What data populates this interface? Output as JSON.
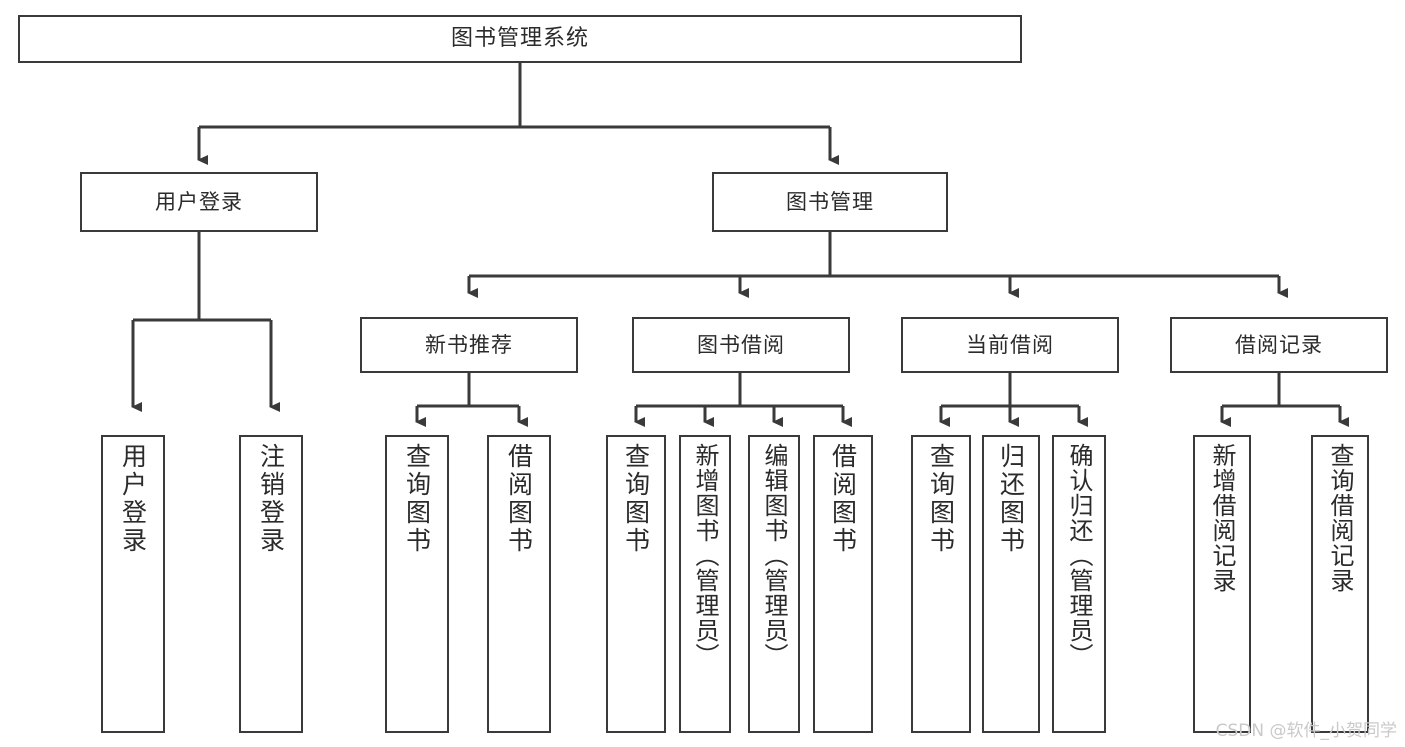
{
  "diagram": {
    "type": "tree",
    "title": "图书管理系统",
    "orientation": "top-down",
    "background": "#ffffff",
    "line_color": "#3a3a3a",
    "text_color": "#2b2b2b"
  },
  "nodes": {
    "root": {
      "label": "图书管理系统",
      "level": 1
    },
    "level2": [
      {
        "id": "user-login",
        "label": "用户登录"
      },
      {
        "id": "book-manage",
        "label": "图书管理"
      }
    ],
    "level3": [
      {
        "id": "new-book-rec",
        "label": "新书推荐"
      },
      {
        "id": "book-borrow",
        "label": "图书借阅"
      },
      {
        "id": "current-borrow",
        "label": "当前借阅"
      },
      {
        "id": "borrow-record",
        "label": "借阅记录"
      }
    ],
    "leaves": {
      "user_login": [
        {
          "id": "leaf-user-login",
          "label": "用户登录"
        },
        {
          "id": "leaf-logout-login",
          "label": "注销登录"
        }
      ],
      "new_book_rec": [
        {
          "id": "leaf-query-book-1",
          "label": "查询图书"
        },
        {
          "id": "leaf-borrow-book-1",
          "label": "借阅图书"
        }
      ],
      "book_borrow": [
        {
          "id": "leaf-query-book-2",
          "label": "查询图书"
        },
        {
          "id": "leaf-add-book",
          "label": "新增图书（管理员）"
        },
        {
          "id": "leaf-edit-book",
          "label": "编辑图书（管理员）"
        },
        {
          "id": "leaf-borrow-book-2",
          "label": "借阅图书"
        }
      ],
      "current_borrow": [
        {
          "id": "leaf-query-book-3",
          "label": "查询图书"
        },
        {
          "id": "leaf-return-book",
          "label": "归还图书"
        },
        {
          "id": "leaf-confirm-return",
          "label": "确认归还（管理员）"
        }
      ],
      "borrow_record": [
        {
          "id": "leaf-add-record",
          "label": "新增借阅记录"
        },
        {
          "id": "leaf-query-record",
          "label": "查询借阅记录"
        }
      ]
    }
  },
  "watermark": {
    "text": "CSDN @软件_小贺同学"
  }
}
